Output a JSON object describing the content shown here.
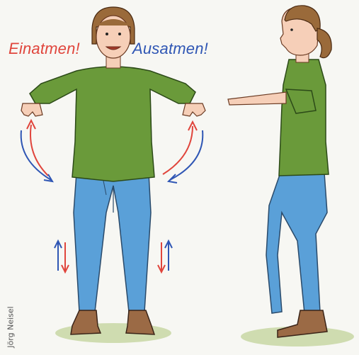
{
  "labels": {
    "inhale": "Einatmen!",
    "exhale": "Ausatmen!"
  },
  "credit": "Jörg Neisel",
  "colors": {
    "inhale": "#e0453c",
    "exhale": "#2f56b4",
    "shirt": "#6a9a3a",
    "jeans": "#5aa0d8",
    "skin": "#f6cfb8",
    "hair": "#9a6a3a",
    "boots": "#9b6a45",
    "ground": "#cfdcb0"
  }
}
